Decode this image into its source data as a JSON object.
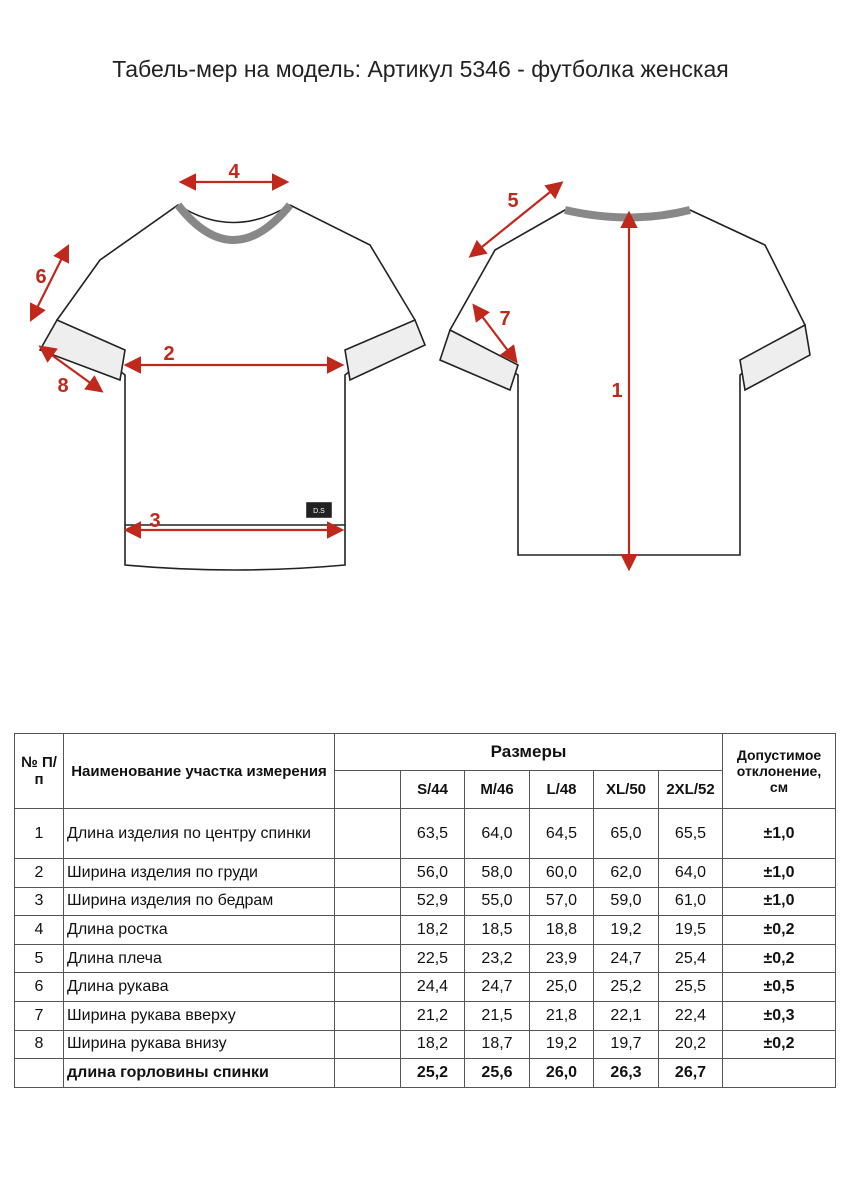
{
  "title": "Табель-мер на модель: Артикул 5346 - футболка женская",
  "labels": [
    "1",
    "2",
    "3",
    "4",
    "5",
    "6",
    "7",
    "8"
  ],
  "logo": "D.S",
  "colors": {
    "accent": "#c0281c"
  },
  "table": {
    "h_no": "№ П/п",
    "h_name": "Наименование участка измерения",
    "h_sizes": "Размеры",
    "h_tol": "Допустимое отклонение, см",
    "sizes": [
      "S/44",
      "M/46",
      "L/48",
      "XL/50",
      "2XL/52"
    ],
    "rows": [
      {
        "no": "1",
        "name": "Длина изделия по центру спинки",
        "v": [
          "63,5",
          "64,0",
          "64,5",
          "65,0",
          "65,5"
        ],
        "tol": "±1,0"
      },
      {
        "no": "2",
        "name": "Ширина изделия по груди",
        "v": [
          "56,0",
          "58,0",
          "60,0",
          "62,0",
          "64,0"
        ],
        "tol": "±1,0"
      },
      {
        "no": "3",
        "name": "Ширина изделия по бедрам",
        "v": [
          "52,9",
          "55,0",
          "57,0",
          "59,0",
          "61,0"
        ],
        "tol": "±1,0"
      },
      {
        "no": "4",
        "name": "Длина ростка",
        "v": [
          "18,2",
          "18,5",
          "18,8",
          "19,2",
          "19,5"
        ],
        "tol": "±0,2"
      },
      {
        "no": "5",
        "name": "Длина плеча",
        "v": [
          "22,5",
          "23,2",
          "23,9",
          "24,7",
          "25,4"
        ],
        "tol": "±0,2"
      },
      {
        "no": "6",
        "name": "Длина рукава",
        "v": [
          "24,4",
          "24,7",
          "25,0",
          "25,2",
          "25,5"
        ],
        "tol": "±0,5"
      },
      {
        "no": "7",
        "name": "Ширина рукава вверху",
        "v": [
          "21,2",
          "21,5",
          "21,8",
          "22,1",
          "22,4"
        ],
        "tol": "±0,3"
      },
      {
        "no": "8",
        "name": "Ширина рукава внизу",
        "v": [
          "18,2",
          "18,7",
          "19,2",
          "19,7",
          "20,2"
        ],
        "tol": "±0,2"
      }
    ],
    "total": {
      "no": "",
      "name": "длина горловины спинки",
      "v": [
        "25,2",
        "25,6",
        "26,0",
        "26,3",
        "26,7"
      ],
      "tol": ""
    }
  }
}
